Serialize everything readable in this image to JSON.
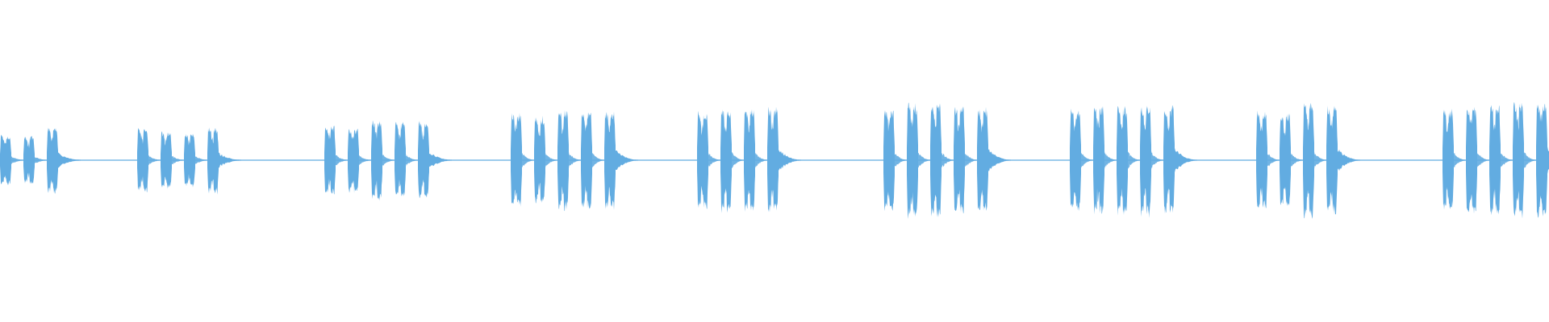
{
  "waveform": {
    "color": "#62ace1",
    "background": "#ffffff",
    "groups": [
      {
        "peaks": [
          0.66,
          0.62,
          0.86
        ]
      },
      {
        "peaks": [
          0.82,
          0.74,
          0.7,
          0.86
        ]
      },
      {
        "peaks": [
          0.9,
          0.84,
          1.02,
          1.0,
          1.0
        ]
      },
      {
        "peaks": [
          1.22,
          1.12,
          1.3,
          1.26,
          1.28
        ]
      },
      {
        "peaks": [
          1.26,
          1.34,
          1.36,
          1.38
        ]
      },
      {
        "peaks": [
          1.34,
          1.48,
          1.46,
          1.4,
          1.34
        ]
      },
      {
        "peaks": [
          1.3,
          1.38,
          1.4,
          1.44,
          1.4
        ]
      },
      {
        "peaks": [
          1.26,
          1.22,
          1.48,
          1.4
        ]
      },
      {
        "peaks": [
          1.32,
          1.38,
          1.44,
          1.48,
          1.52
        ]
      }
    ]
  }
}
